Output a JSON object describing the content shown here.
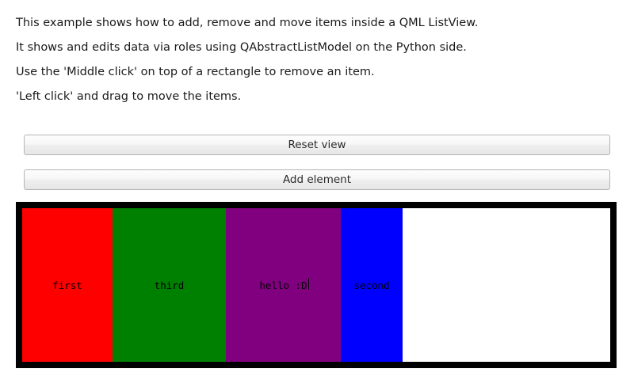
{
  "description": {
    "lines": [
      "This example shows how to add, remove and move items inside a QML ListView.",
      "It shows and edits data via roles using QAbstractListModel on the Python side.",
      "Use the 'Middle click' on top of a rectangle to remove an item.",
      "'Left click' and drag to move the items."
    ]
  },
  "buttons": {
    "reset_view_label": "Reset view",
    "add_element_label": "Add element"
  },
  "listview": {
    "frame_color": "#000000",
    "background_color": "#ffffff",
    "items": [
      {
        "label": "first",
        "color": "#ff0000",
        "width": 114,
        "editing": false
      },
      {
        "label": "third",
        "color": "#008000",
        "width": 143,
        "editing": false
      },
      {
        "label": "hello :D",
        "color": "#800080",
        "width": 145,
        "editing": true
      },
      {
        "label": "second",
        "color": "#0000ff",
        "width": 78,
        "editing": false
      }
    ]
  }
}
